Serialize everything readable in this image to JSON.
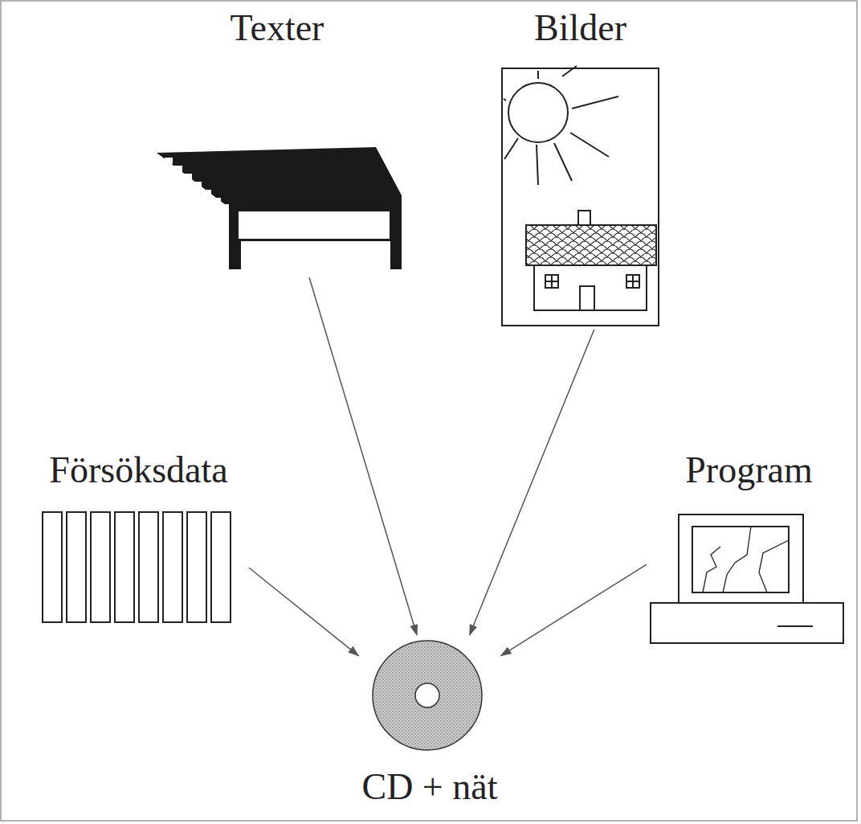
{
  "diagram": {
    "nodes": [
      {
        "text": [
          "Texter"
        ]
      },
      {
        "text": [
          "Bilder"
        ]
      },
      {
        "text": [
          "Försöksdata"
        ]
      },
      {
        "text": [
          "Program"
        ]
      },
      {
        "text": [
          "CD + nät"
        ]
      }
    ],
    "edges": [
      {
        "from": 0,
        "to": 4,
        "arrow": "to"
      },
      {
        "from": 1,
        "to": 4,
        "arrow": "to"
      },
      {
        "from": 2,
        "to": 4,
        "arrow": "to"
      },
      {
        "from": 3,
        "to": 4,
        "arrow": "to"
      }
    ]
  }
}
